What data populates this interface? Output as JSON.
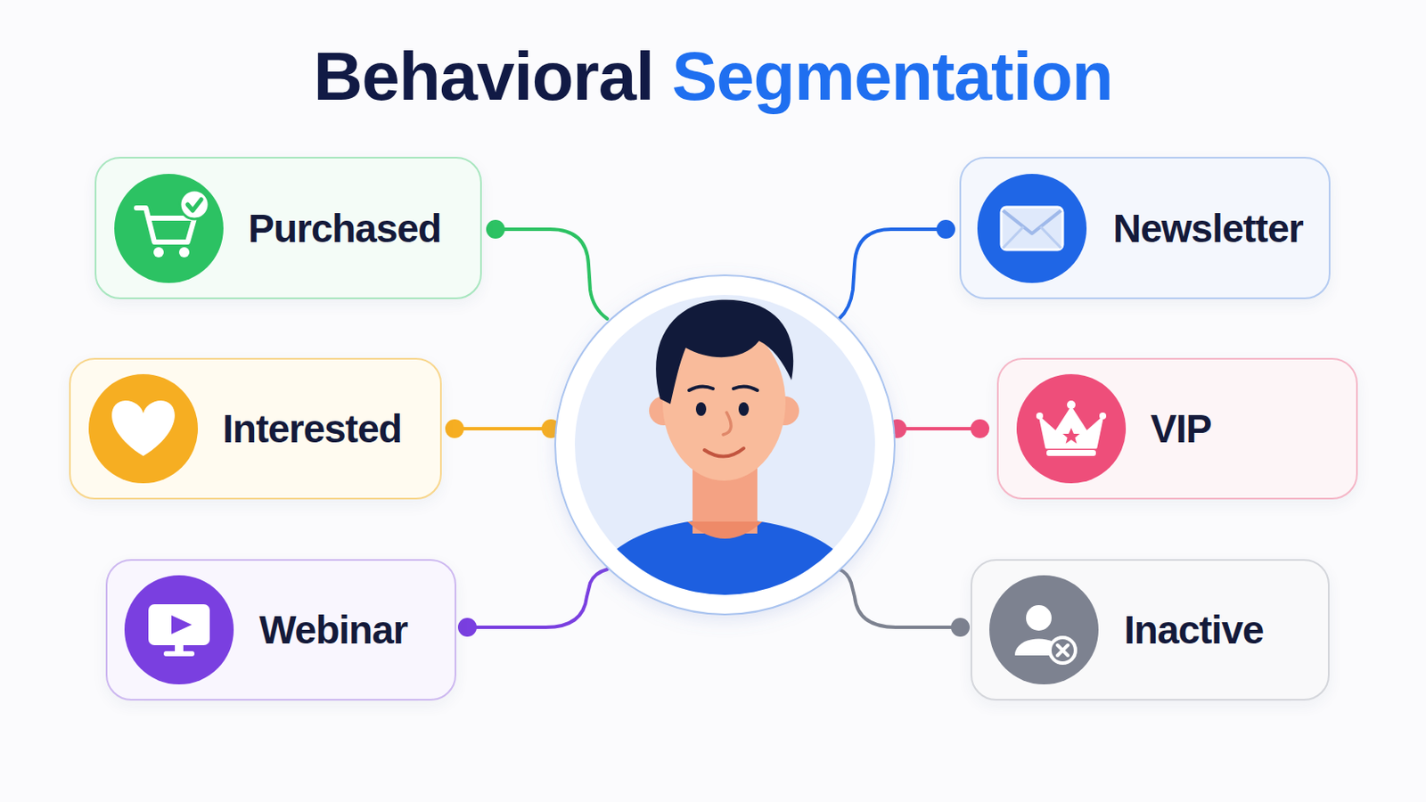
{
  "diagram": {
    "title": "Behavioral Segmentation",
    "nodes": [
      {
        "text": [
          "Purchased"
        ]
      },
      {
        "text": [
          "Newsletter"
        ]
      },
      {
        "text": [
          "Interested"
        ]
      },
      {
        "text": [
          "VIP"
        ]
      },
      {
        "text": [
          "Webinar"
        ]
      },
      {
        "text": [
          "Inactive"
        ]
      }
    ]
  }
}
